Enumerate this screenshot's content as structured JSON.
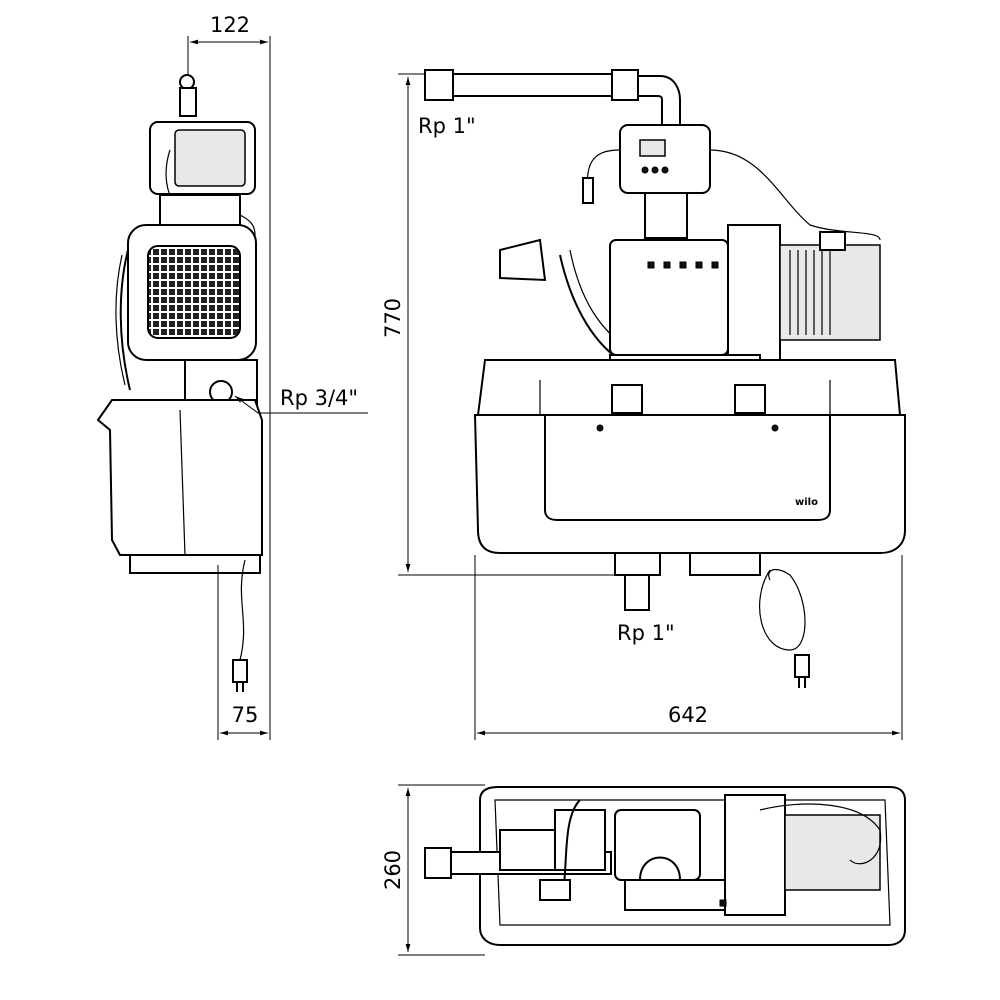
{
  "drawing": {
    "dimensions": {
      "side_width_top": "122",
      "side_depth_bottom": "75",
      "front_height": "770",
      "front_width": "642",
      "top_view_depth": "260"
    },
    "connections": {
      "inlet_top": "Rp 1\"",
      "side_port": "Rp 3/4\"",
      "outlet_bottom": "Rp 1\""
    },
    "brand_logo": "wilo"
  }
}
